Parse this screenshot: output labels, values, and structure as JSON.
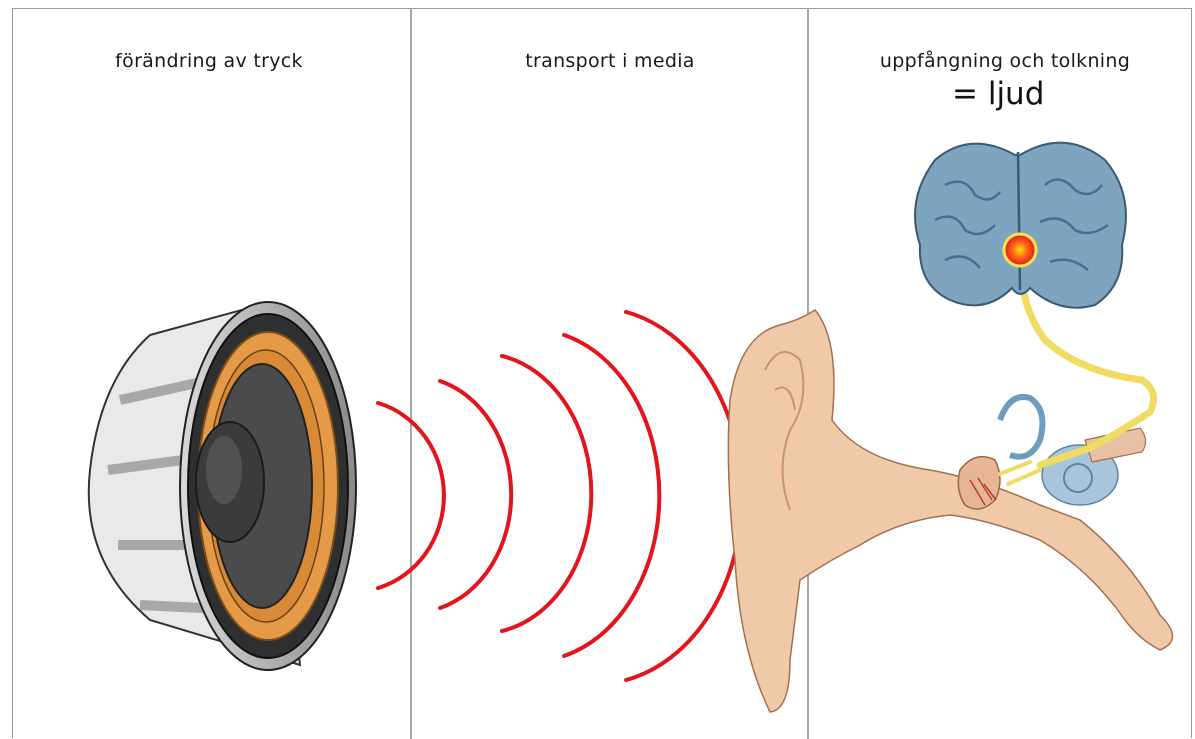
{
  "panels": [
    {
      "title": "förändring av tryck"
    },
    {
      "title": "transport i media"
    },
    {
      "title": "uppfångning och tolkning",
      "result": "= ljud"
    }
  ],
  "colors": {
    "wave": "#e3141c",
    "frame": "#9a9a9a",
    "speaker_cone": "#4a4b4c",
    "speaker_surround": "#e49a46",
    "ear_skin": "#f0c9a8",
    "brain": "#7fa4bf",
    "nerve": "#f0dc62",
    "hot_spot": "#f5262a"
  },
  "icons": {
    "source": "loudspeaker-icon",
    "medium": "sound-waves-icon",
    "receiver": "ear-anatomy-icon",
    "interpreter": "brain-icon"
  }
}
